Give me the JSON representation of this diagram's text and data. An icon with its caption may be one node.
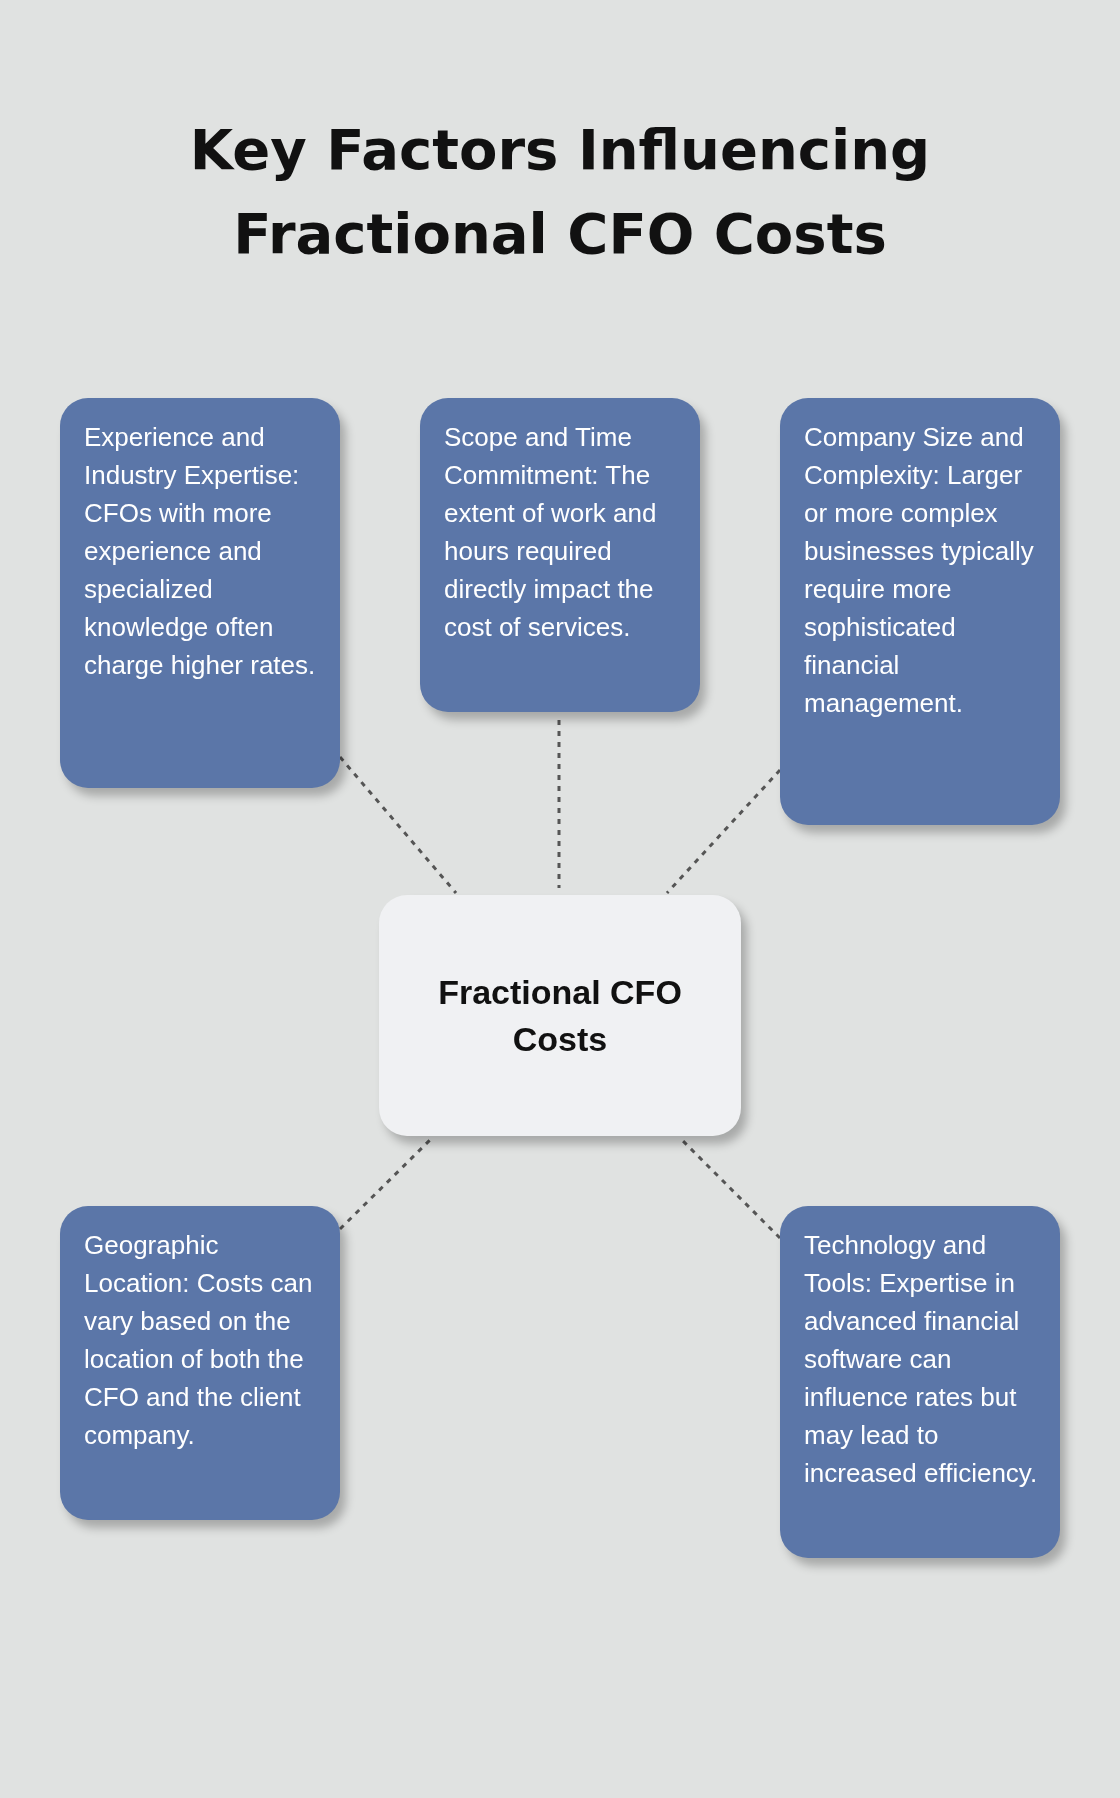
{
  "diagram": {
    "title": "Key Factors Influencing Fractional CFO Costs",
    "nodes": [
      {
        "text": [
          "Experience and Industry Expertise: CFOs with more experience and specialized knowledge often charge higher rates."
        ]
      },
      {
        "text": [
          "Scope and Time Commitment: The extent of work and hours required directly impact the cost of services."
        ]
      },
      {
        "text": [
          "Company Size and Complexity: Larger or more complex businesses typically require more sophisticated financial management."
        ]
      },
      {
        "text": [
          "Fractional CFO Costs"
        ]
      },
      {
        "text": [
          "Geographic Location: Costs can vary based on the location of both the CFO and the client company."
        ]
      },
      {
        "text": [
          "Technology and Tools: Expertise in advanced financial software can influence rates but may lead to increased efficiency."
        ]
      }
    ],
    "edges": [
      {
        "from": 0,
        "to": 3,
        "arrow": "none",
        "style": "dashed"
      },
      {
        "from": 1,
        "to": 3,
        "arrow": "none",
        "style": "dashed"
      },
      {
        "from": 2,
        "to": 3,
        "arrow": "none",
        "style": "dashed"
      },
      {
        "from": 4,
        "to": 3,
        "arrow": "none",
        "style": "dashed"
      },
      {
        "from": 5,
        "to": 3,
        "arrow": "none",
        "style": "dashed"
      }
    ]
  }
}
